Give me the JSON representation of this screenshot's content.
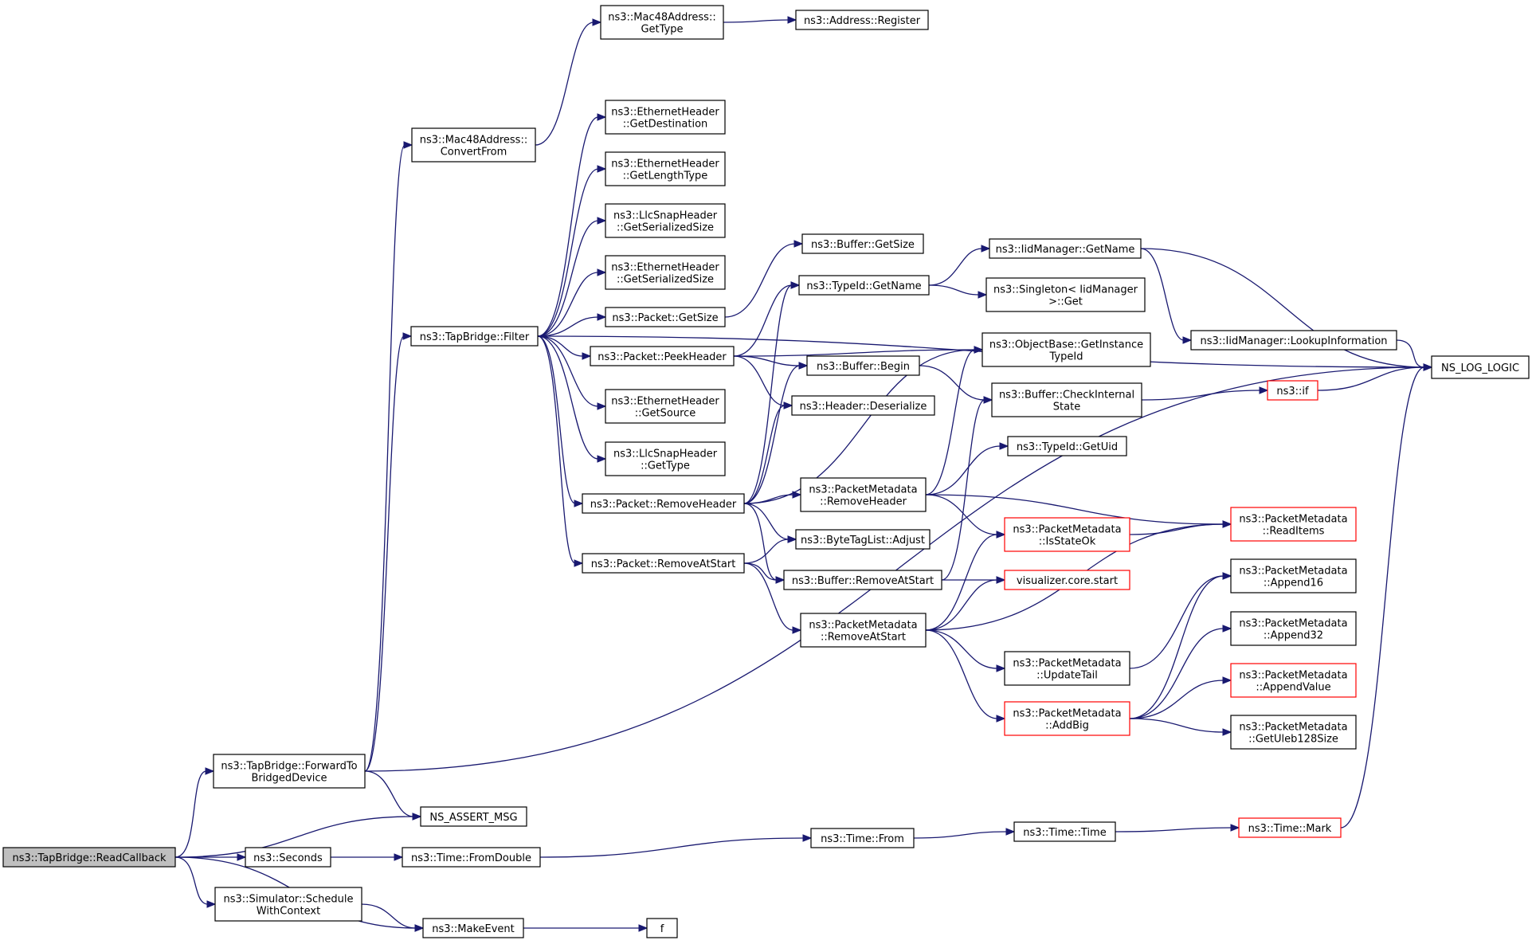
{
  "nodes": [
    {
      "id": "readcallback",
      "lines": [
        "ns3::TapBridge::ReadCallback"
      ],
      "style": "root"
    },
    {
      "id": "forwardto",
      "lines": [
        "ns3::TapBridge::ForwardTo",
        "BridgedDevice"
      ]
    },
    {
      "id": "assertmsg",
      "lines": [
        "NS_ASSERT_MSG"
      ]
    },
    {
      "id": "seconds",
      "lines": [
        "ns3::Seconds"
      ]
    },
    {
      "id": "schedulewithctx",
      "lines": [
        "ns3::Simulator::Schedule",
        "WithContext"
      ]
    },
    {
      "id": "makeevent",
      "lines": [
        "ns3::MakeEvent"
      ]
    },
    {
      "id": "fromdouble",
      "lines": [
        "ns3::Time::FromDouble"
      ]
    },
    {
      "id": "f",
      "lines": [
        "f"
      ]
    },
    {
      "id": "timefrom",
      "lines": [
        "ns3::Time::From"
      ]
    },
    {
      "id": "timetime",
      "lines": [
        "ns3::Time::Time"
      ]
    },
    {
      "id": "timemark",
      "lines": [
        "ns3::Time::Mark"
      ],
      "style": "red"
    },
    {
      "id": "nslog",
      "lines": [
        "NS_LOG_LOGIC"
      ]
    },
    {
      "id": "filter",
      "lines": [
        "ns3::TapBridge::Filter"
      ]
    },
    {
      "id": "convertfrom",
      "lines": [
        "ns3::Mac48Address::",
        "ConvertFrom"
      ]
    },
    {
      "id": "mac48gettype",
      "lines": [
        "ns3::Mac48Address::",
        "GetType"
      ]
    },
    {
      "id": "addrregister",
      "lines": [
        "ns3::Address::Register"
      ]
    },
    {
      "id": "ethgetdest",
      "lines": [
        "ns3::EthernetHeader",
        "::GetDestination"
      ]
    },
    {
      "id": "ethgetlen",
      "lines": [
        "ns3::EthernetHeader",
        "::GetLengthType"
      ]
    },
    {
      "id": "llcgetser",
      "lines": [
        "ns3::LlcSnapHeader",
        "::GetSerializedSize"
      ]
    },
    {
      "id": "ethgetser",
      "lines": [
        "ns3::EthernetHeader",
        "::GetSerializedSize"
      ]
    },
    {
      "id": "pktgetsize",
      "lines": [
        "ns3::Packet::GetSize"
      ]
    },
    {
      "id": "peekheader",
      "lines": [
        "ns3::Packet::PeekHeader"
      ]
    },
    {
      "id": "ethgetsrc",
      "lines": [
        "ns3::EthernetHeader",
        "::GetSource"
      ]
    },
    {
      "id": "llcgettype",
      "lines": [
        "ns3::LlcSnapHeader",
        "::GetType"
      ]
    },
    {
      "id": "removeheader",
      "lines": [
        "ns3::Packet::RemoveHeader"
      ]
    },
    {
      "id": "removeatstart",
      "lines": [
        "ns3::Packet::RemoveAtStart"
      ]
    },
    {
      "id": "bufgetsize",
      "lines": [
        "ns3::Buffer::GetSize"
      ]
    },
    {
      "id": "typeidgetname",
      "lines": [
        "ns3::TypeId::GetName"
      ]
    },
    {
      "id": "bufbegin",
      "lines": [
        "ns3::Buffer::Begin"
      ]
    },
    {
      "id": "hdrdeser",
      "lines": [
        "ns3::Header::Deserialize"
      ]
    },
    {
      "id": "pmremoveheader",
      "lines": [
        "ns3::PacketMetadata",
        "::RemoveHeader"
      ]
    },
    {
      "id": "bytetagadjust",
      "lines": [
        "ns3::ByteTagList::Adjust"
      ]
    },
    {
      "id": "bufremoveatstart",
      "lines": [
        "ns3::Buffer::RemoveAtStart"
      ]
    },
    {
      "id": "pmremoveatstart",
      "lines": [
        "ns3::PacketMetadata",
        "::RemoveAtStart"
      ]
    },
    {
      "id": "iidgetname",
      "lines": [
        "ns3::IidManager::GetName"
      ]
    },
    {
      "id": "singleton",
      "lines": [
        "ns3::Singleton< IidManager",
        ">::Get"
      ]
    },
    {
      "id": "objbasegetinst",
      "lines": [
        "ns3::ObjectBase::GetInstance",
        "TypeId"
      ]
    },
    {
      "id": "bufcheckinternal",
      "lines": [
        "ns3::Buffer::CheckInternal",
        "State"
      ]
    },
    {
      "id": "typeidgetuid",
      "lines": [
        "ns3::TypeId::GetUid"
      ]
    },
    {
      "id": "pmisstateok",
      "lines": [
        "ns3::PacketMetadata",
        "::IsStateOk"
      ],
      "style": "red"
    },
    {
      "id": "vizstart",
      "lines": [
        "visualizer.core.start"
      ],
      "style": "red"
    },
    {
      "id": "pmupdatetail",
      "lines": [
        "ns3::PacketMetadata",
        "::UpdateTail"
      ]
    },
    {
      "id": "pmaddbig",
      "lines": [
        "ns3::PacketMetadata",
        "::AddBig"
      ],
      "style": "red"
    },
    {
      "id": "iidlookup",
      "lines": [
        "ns3::IidManager::LookupInformation"
      ]
    },
    {
      "id": "nsif",
      "lines": [
        "ns3::if"
      ],
      "style": "red"
    },
    {
      "id": "pmreaditems",
      "lines": [
        "ns3::PacketMetadata",
        "::ReadItems"
      ],
      "style": "red"
    },
    {
      "id": "pmappend16",
      "lines": [
        "ns3::PacketMetadata",
        "::Append16"
      ]
    },
    {
      "id": "pmappend32",
      "lines": [
        "ns3::PacketMetadata",
        "::Append32"
      ]
    },
    {
      "id": "pmappendvalue",
      "lines": [
        "ns3::PacketMetadata",
        "::AppendValue"
      ],
      "style": "red"
    },
    {
      "id": "pmgetuleb",
      "lines": [
        "ns3::PacketMetadata",
        "::GetUleb128Size"
      ]
    }
  ],
  "edges": [
    [
      "readcallback",
      "forwardto"
    ],
    [
      "readcallback",
      "assertmsg"
    ],
    [
      "readcallback",
      "seconds"
    ],
    [
      "readcallback",
      "schedulewithctx"
    ],
    [
      "readcallback",
      "makeevent"
    ],
    [
      "forwardto",
      "convertfrom"
    ],
    [
      "forwardto",
      "filter"
    ],
    [
      "forwardto",
      "assertmsg"
    ],
    [
      "forwardto",
      "nslog"
    ],
    [
      "seconds",
      "fromdouble"
    ],
    [
      "fromdouble",
      "timefrom"
    ],
    [
      "timefrom",
      "timetime"
    ],
    [
      "timetime",
      "timemark"
    ],
    [
      "timemark",
      "nslog"
    ],
    [
      "schedulewithctx",
      "makeevent"
    ],
    [
      "makeevent",
      "f"
    ],
    [
      "convertfrom",
      "mac48gettype"
    ],
    [
      "mac48gettype",
      "addrregister"
    ],
    [
      "filter",
      "nslog"
    ],
    [
      "filter",
      "ethgetdest"
    ],
    [
      "filter",
      "ethgetlen"
    ],
    [
      "filter",
      "llcgetser"
    ],
    [
      "filter",
      "ethgetser"
    ],
    [
      "filter",
      "pktgetsize"
    ],
    [
      "filter",
      "peekheader"
    ],
    [
      "filter",
      "ethgetsrc"
    ],
    [
      "filter",
      "llcgettype"
    ],
    [
      "filter",
      "removeheader"
    ],
    [
      "filter",
      "removeatstart"
    ],
    [
      "pktgetsize",
      "bufgetsize"
    ],
    [
      "peekheader",
      "typeidgetname"
    ],
    [
      "peekheader",
      "objbasegetinst"
    ],
    [
      "peekheader",
      "bufbegin"
    ],
    [
      "peekheader",
      "hdrdeser"
    ],
    [
      "removeheader",
      "typeidgetname"
    ],
    [
      "removeheader",
      "objbasegetinst"
    ],
    [
      "removeheader",
      "bufbegin"
    ],
    [
      "removeheader",
      "hdrdeser"
    ],
    [
      "removeheader",
      "pmremoveheader"
    ],
    [
      "removeheader",
      "bytetagadjust"
    ],
    [
      "removeheader",
      "bufremoveatstart"
    ],
    [
      "removeatstart",
      "bytetagadjust"
    ],
    [
      "removeatstart",
      "bufremoveatstart"
    ],
    [
      "removeatstart",
      "pmremoveatstart"
    ],
    [
      "typeidgetname",
      "iidgetname"
    ],
    [
      "typeidgetname",
      "singleton"
    ],
    [
      "iidgetname",
      "iidlookup"
    ],
    [
      "iidgetname",
      "nslog"
    ],
    [
      "iidlookup",
      "nslog"
    ],
    [
      "bufbegin",
      "bufcheckinternal"
    ],
    [
      "bufcheckinternal",
      "nsif"
    ],
    [
      "nsif",
      "nslog"
    ],
    [
      "pmremoveheader",
      "typeidgetuid"
    ],
    [
      "pmremoveheader",
      "objbasegetinst"
    ],
    [
      "pmremoveheader",
      "pmisstateok"
    ],
    [
      "pmremoveheader",
      "pmreaditems"
    ],
    [
      "pmisstateok",
      "pmreaditems"
    ],
    [
      "bufremoveatstart",
      "bufcheckinternal"
    ],
    [
      "bufremoveatstart",
      "vizstart"
    ],
    [
      "pmremoveatstart",
      "pmisstateok"
    ],
    [
      "pmremoveatstart",
      "vizstart"
    ],
    [
      "pmremoveatstart",
      "pmreaditems"
    ],
    [
      "pmremoveatstart",
      "pmupdatetail"
    ],
    [
      "pmremoveatstart",
      "pmaddbig"
    ],
    [
      "pmupdatetail",
      "pmappend16"
    ],
    [
      "pmaddbig",
      "pmappend16"
    ],
    [
      "pmaddbig",
      "pmappend32"
    ],
    [
      "pmaddbig",
      "pmappendvalue"
    ],
    [
      "pmaddbig",
      "pmgetuleb"
    ]
  ]
}
